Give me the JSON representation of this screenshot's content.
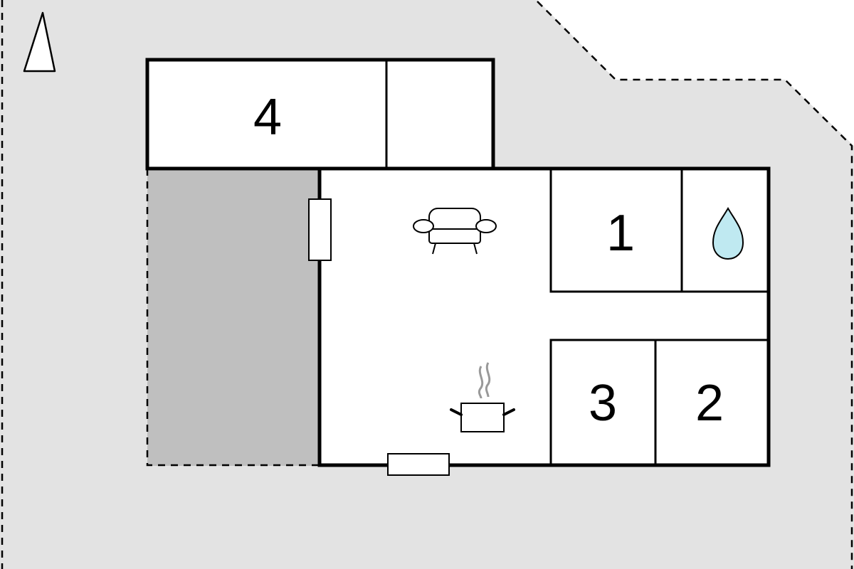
{
  "rooms": [
    {
      "id": "room-4",
      "label": "4"
    },
    {
      "id": "room-1",
      "label": "1"
    },
    {
      "id": "room-3",
      "label": "3"
    },
    {
      "id": "room-2",
      "label": "2"
    }
  ],
  "icons": {
    "north_arrow": "north-arrow-icon",
    "sofa": "sofa-icon",
    "cooking_pot": "cooking-pot-icon",
    "water_drop": "water-drop-icon"
  },
  "colors": {
    "plot": "#e3e3e3",
    "terrace": "#bfbfbf",
    "interior": "#ffffff",
    "wall": "#000000",
    "water": "#bfe9f1",
    "steam": "#999999"
  }
}
